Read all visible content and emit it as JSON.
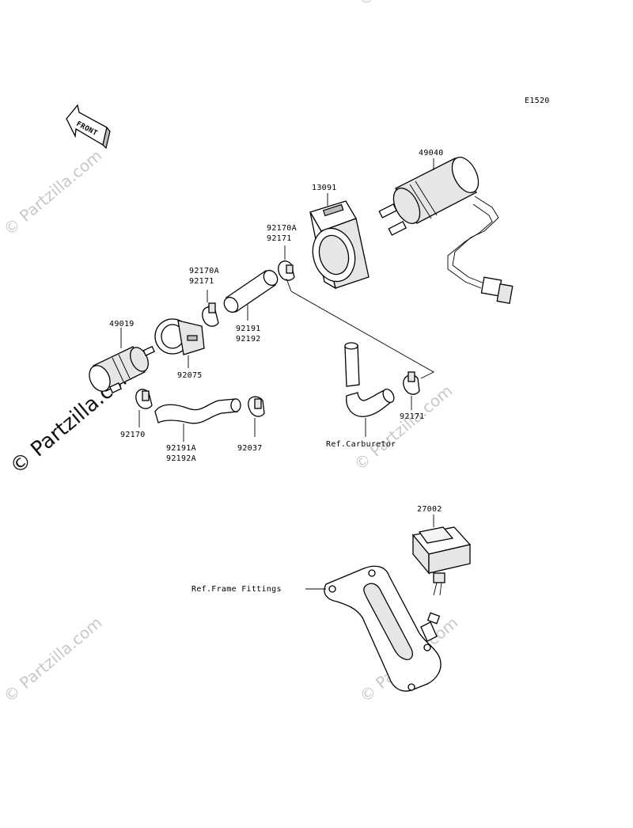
{
  "diagram_code": "E1520",
  "front_label": "FRONT",
  "watermark_text": "© Partzilla.com",
  "parts": {
    "p49040": "49040",
    "p13091": "13091",
    "p92170A_a": "92170A",
    "p92171_a": "92171",
    "p92170A_b": "92170A",
    "p92171_b": "92171",
    "p49019": "49019",
    "p92191": "92191",
    "p92192": "92192",
    "p92075": "92075",
    "p92170": "92170",
    "p92191A": "92191A",
    "p92192A": "92192A",
    "p92037": "92037",
    "p92171_c": "92171",
    "ref_carb": "Ref.Carburetor",
    "p27002": "27002",
    "ref_frame": "Ref.Frame Fittings"
  },
  "colors": {
    "line": "#000000",
    "watermark": "#c8c8c8",
    "background": "#ffffff"
  }
}
